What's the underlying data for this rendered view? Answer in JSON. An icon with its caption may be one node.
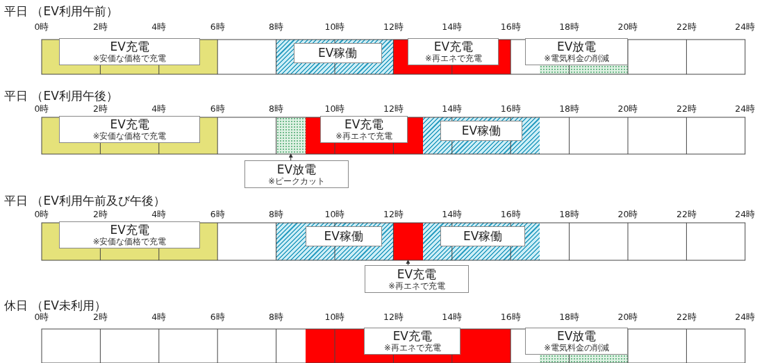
{
  "diagram": {
    "nodes": [
      {
        "text": [],
        "shape": "bar"
      },
      {
        "text": [
          "EV充電",
          "※安価な価格で充電"
        ],
        "in": 0
      },
      {
        "text": [],
        "shape": "bar"
      },
      {
        "text": [
          "EV稼働"
        ],
        "in": 2
      },
      {
        "text": [],
        "shape": "bar"
      },
      {
        "text": [
          "EV充電",
          "※再エネで充電"
        ],
        "in": 4
      },
      {
        "text": [],
        "shape": "bar"
      },
      {
        "text": [
          "EV放電",
          "※電気料金の削減"
        ]
      },
      {
        "text": [],
        "shape": "bar"
      },
      {
        "text": [
          "EV充電",
          "※安価な価格で充電"
        ],
        "in": 8
      },
      {
        "text": [],
        "shape": "bar"
      },
      {
        "text": [],
        "shape": "bar"
      },
      {
        "text": [
          "EV充電",
          "※再エネで充電"
        ],
        "in": 11
      },
      {
        "text": [],
        "shape": "bar"
      },
      {
        "text": [
          "EV稼働"
        ],
        "in": 13
      },
      {
        "text": [
          "EV放電",
          "※ピークカット"
        ]
      },
      {
        "text": [],
        "shape": "bar"
      },
      {
        "text": [
          "EV充電",
          "※安価な価格で充電"
        ],
        "in": 16
      },
      {
        "text": [],
        "shape": "bar"
      },
      {
        "text": [
          "EV稼働"
        ],
        "in": 18
      },
      {
        "text": [],
        "shape": "bar"
      },
      {
        "text": [],
        "shape": "bar"
      },
      {
        "text": [
          "EV稼働"
        ],
        "in": 21
      },
      {
        "text": [
          "EV充電",
          "※再エネで充電"
        ]
      },
      {
        "text": [],
        "shape": "bar"
      },
      {
        "text": [
          "EV充電",
          "※再エネで充電"
        ],
        "in": 24
      },
      {
        "text": [],
        "shape": "bar"
      },
      {
        "text": [
          "EV放電",
          "※電気料金の削減"
        ]
      }
    ],
    "edges": [
      {
        "from": 15,
        "to": 10,
        "arrow": "to"
      },
      {
        "from": 23,
        "to": 20,
        "arrow": "to"
      }
    ],
    "labels": [
      "平日 （EV利用午前）",
      "0時",
      "2時",
      "4時",
      "6時",
      "8時",
      "10時",
      "12時",
      "14時",
      "16時",
      "18時",
      "20時",
      "22時",
      "24時",
      "平日 （EV利用午後）",
      "0時",
      "2時",
      "4時",
      "6時",
      "8時",
      "10時",
      "12時",
      "14時",
      "16時",
      "18時",
      "20時",
      "22時",
      "24時",
      "平日 （EV利用午前及び午後）",
      "0時",
      "2時",
      "4時",
      "6時",
      "8時",
      "10時",
      "12時",
      "14時",
      "16時",
      "18時",
      "20時",
      "22時",
      "24時",
      "休日 （EV未利用）",
      "0時",
      "2時",
      "4時",
      "6時",
      "8時",
      "10時",
      "12時",
      "14時",
      "16時",
      "18時",
      "20時",
      "22時",
      "24時"
    ]
  }
}
